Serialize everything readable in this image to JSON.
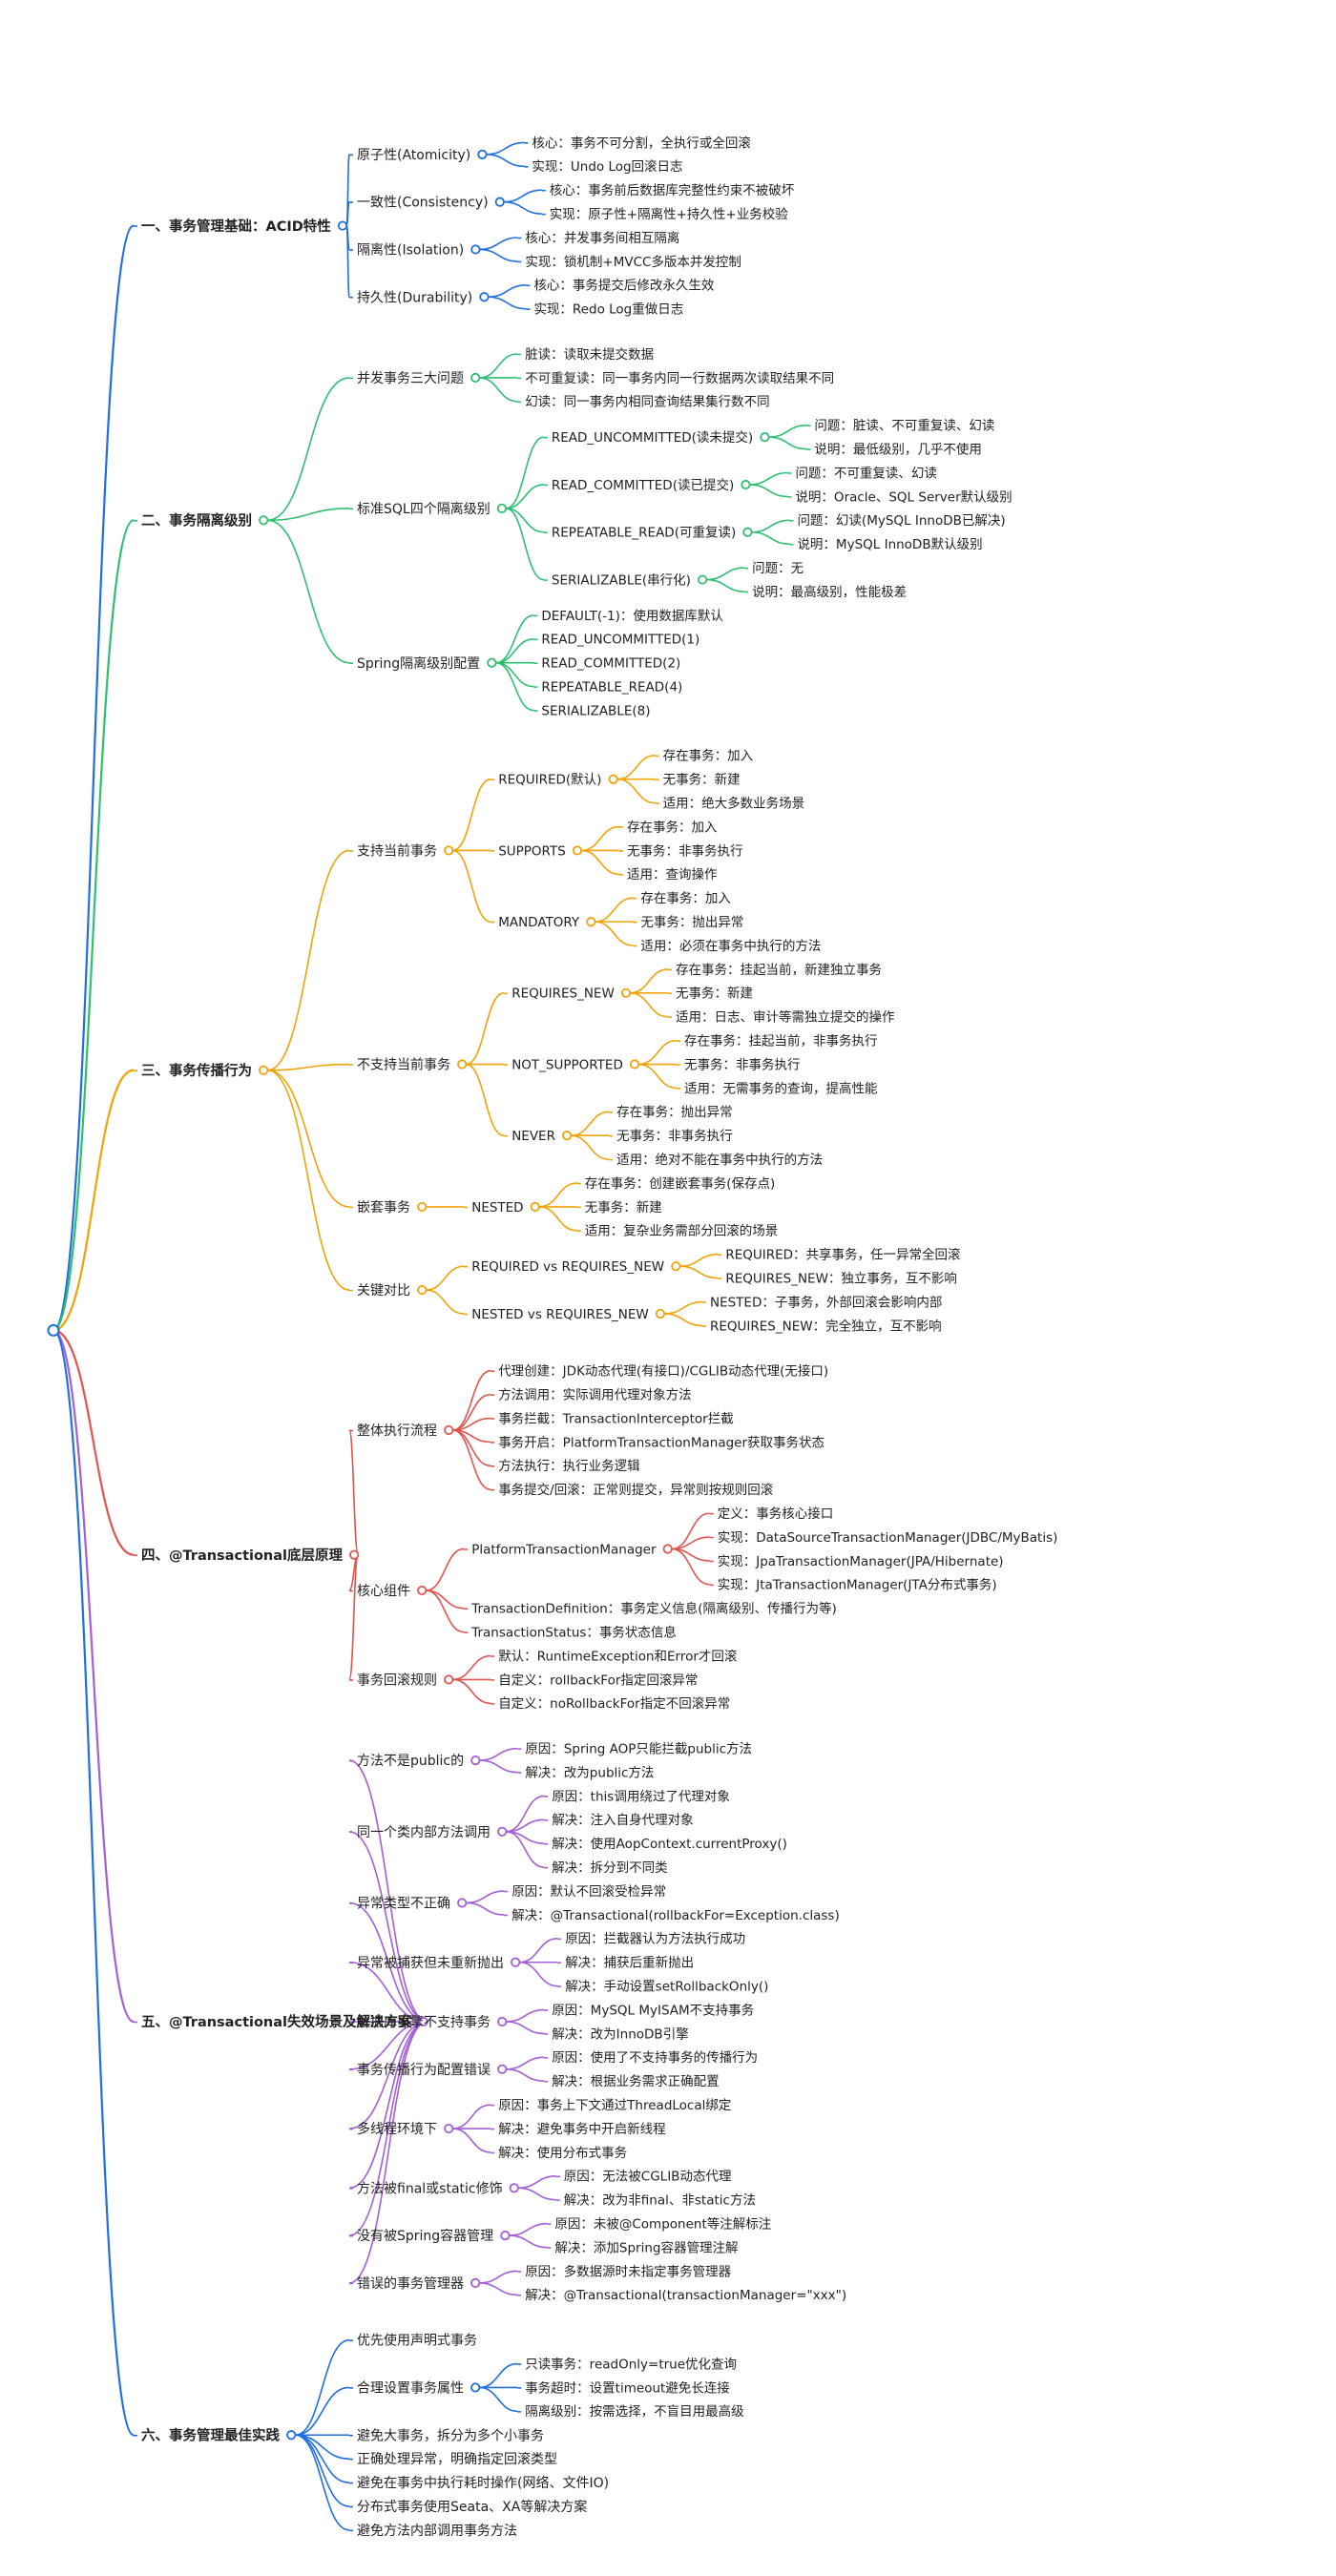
{
  "sections": [
    {
      "label": "一、事务管理基础：ACID特性",
      "color": "#1f6fe0",
      "children": [
        {
          "label": "原子性(Atomicity)",
          "children": [
            {
              "label": "核心：事务不可分割，全执行或全回滚"
            },
            {
              "label": "实现：Undo Log回滚日志"
            }
          ]
        },
        {
          "label": "一致性(Consistency)",
          "children": [
            {
              "label": "核心：事务前后数据库完整性约束不被破坏"
            },
            {
              "label": "实现：原子性+隔离性+持久性+业务校验"
            }
          ]
        },
        {
          "label": "隔离性(Isolation)",
          "children": [
            {
              "label": "核心：并发事务间相互隔离"
            },
            {
              "label": "实现：锁机制+MVCC多版本并发控制"
            }
          ]
        },
        {
          "label": "持久性(Durability)",
          "children": [
            {
              "label": "核心：事务提交后修改永久生效"
            },
            {
              "label": "实现：Redo Log重做日志"
            }
          ]
        }
      ]
    },
    {
      "label": "二、事务隔离级别",
      "color": "#2fbf71",
      "children": [
        {
          "label": "并发事务三大问题",
          "children": [
            {
              "label": "脏读：读取未提交数据"
            },
            {
              "label": "不可重复读：同一事务内同一行数据两次读取结果不同"
            },
            {
              "label": "幻读：同一事务内相同查询结果集行数不同"
            }
          ]
        },
        {
          "label": "标准SQL四个隔离级别",
          "children": [
            {
              "label": "READ_UNCOMMITTED(读未提交)",
              "children": [
                {
                  "label": "问题：脏读、不可重复读、幻读"
                },
                {
                  "label": "说明：最低级别，几乎不使用"
                }
              ]
            },
            {
              "label": "READ_COMMITTED(读已提交)",
              "children": [
                {
                  "label": "问题：不可重复读、幻读"
                },
                {
                  "label": "说明：Oracle、SQL Server默认级别"
                }
              ]
            },
            {
              "label": "REPEATABLE_READ(可重复读)",
              "children": [
                {
                  "label": "问题：幻读(MySQL InnoDB已解决)"
                },
                {
                  "label": "说明：MySQL InnoDB默认级别"
                }
              ]
            },
            {
              "label": "SERIALIZABLE(串行化)",
              "children": [
                {
                  "label": "问题：无"
                },
                {
                  "label": "说明：最高级别，性能极差"
                }
              ]
            }
          ]
        },
        {
          "label": "Spring隔离级别配置",
          "children": [
            {
              "label": "DEFAULT(-1)：使用数据库默认"
            },
            {
              "label": "READ_UNCOMMITTED(1)"
            },
            {
              "label": "READ_COMMITTED(2)"
            },
            {
              "label": "REPEATABLE_READ(4)"
            },
            {
              "label": "SERIALIZABLE(8)"
            }
          ]
        }
      ]
    },
    {
      "label": "三、事务传播行为",
      "color": "#f0a30a",
      "children": [
        {
          "label": "支持当前事务",
          "children": [
            {
              "label": "REQUIRED(默认)",
              "children": [
                {
                  "label": "存在事务：加入"
                },
                {
                  "label": "无事务：新建"
                },
                {
                  "label": "适用：绝大多数业务场景"
                }
              ]
            },
            {
              "label": "SUPPORTS",
              "children": [
                {
                  "label": "存在事务：加入"
                },
                {
                  "label": "无事务：非事务执行"
                },
                {
                  "label": "适用：查询操作"
                }
              ]
            },
            {
              "label": "MANDATORY",
              "children": [
                {
                  "label": "存在事务：加入"
                },
                {
                  "label": "无事务：抛出异常"
                },
                {
                  "label": "适用：必须在事务中执行的方法"
                }
              ]
            }
          ]
        },
        {
          "label": "不支持当前事务",
          "children": [
            {
              "label": "REQUIRES_NEW",
              "children": [
                {
                  "label": "存在事务：挂起当前，新建独立事务"
                },
                {
                  "label": "无事务：新建"
                },
                {
                  "label": "适用：日志、审计等需独立提交的操作"
                }
              ]
            },
            {
              "label": "NOT_SUPPORTED",
              "children": [
                {
                  "label": "存在事务：挂起当前，非事务执行"
                },
                {
                  "label": "无事务：非事务执行"
                },
                {
                  "label": "适用：无需事务的查询，提高性能"
                }
              ]
            },
            {
              "label": "NEVER",
              "children": [
                {
                  "label": "存在事务：抛出异常"
                },
                {
                  "label": "无事务：非事务执行"
                },
                {
                  "label": "适用：绝对不能在事务中执行的方法"
                }
              ]
            }
          ]
        },
        {
          "label": "嵌套事务",
          "children": [
            {
              "label": "NESTED",
              "children": [
                {
                  "label": "存在事务：创建嵌套事务(保存点)"
                },
                {
                  "label": "无事务：新建"
                },
                {
                  "label": "适用：复杂业务需部分回滚的场景"
                }
              ]
            }
          ]
        },
        {
          "label": "关键对比",
          "children": [
            {
              "label": "REQUIRED vs REQUIRES_NEW",
              "children": [
                {
                  "label": "REQUIRED：共享事务，任一异常全回滚"
                },
                {
                  "label": "REQUIRES_NEW：独立事务，互不影响"
                }
              ]
            },
            {
              "label": "NESTED vs REQUIRES_NEW",
              "children": [
                {
                  "label": "NESTED：子事务，外部回滚会影响内部"
                },
                {
                  "label": "REQUIRES_NEW：完全独立，互不影响"
                }
              ]
            }
          ]
        }
      ]
    },
    {
      "label": "四、@Transactional底层原理",
      "color": "#e0554f",
      "children": [
        {
          "label": "整体执行流程",
          "children": [
            {
              "label": "代理创建：JDK动态代理(有接口)/CGLIB动态代理(无接口)"
            },
            {
              "label": "方法调用：实际调用代理对象方法"
            },
            {
              "label": "事务拦截：TransactionInterceptor拦截"
            },
            {
              "label": "事务开启：PlatformTransactionManager获取事务状态"
            },
            {
              "label": "方法执行：执行业务逻辑"
            },
            {
              "label": "事务提交/回滚：正常则提交，异常则按规则回滚"
            }
          ]
        },
        {
          "label": "核心组件",
          "children": [
            {
              "label": "PlatformTransactionManager",
              "children": [
                {
                  "label": "定义：事务核心接口"
                },
                {
                  "label": "实现：DataSourceTransactionManager(JDBC/MyBatis)"
                },
                {
                  "label": "实现：JpaTransactionManager(JPA/Hibernate)"
                },
                {
                  "label": "实现：JtaTransactionManager(JTA分布式事务)"
                }
              ]
            },
            {
              "label": "TransactionDefinition：事务定义信息(隔离级别、传播行为等)"
            },
            {
              "label": "TransactionStatus：事务状态信息"
            }
          ]
        },
        {
          "label": "事务回滚规则",
          "children": [
            {
              "label": "默认：RuntimeException和Error才回滚"
            },
            {
              "label": "自定义：rollbackFor指定回滚异常"
            },
            {
              "label": "自定义：noRollbackFor指定不回滚异常"
            }
          ]
        }
      ]
    },
    {
      "label": "五、@Transactional失效场景及解决方案",
      "color": "#a35fd6",
      "children": [
        {
          "label": "方法不是public的",
          "children": [
            {
              "label": "原因：Spring AOP只能拦截public方法"
            },
            {
              "label": "解决：改为public方法"
            }
          ]
        },
        {
          "label": "同一个类内部方法调用",
          "children": [
            {
              "label": "原因：this调用绕过了代理对象"
            },
            {
              "label": "解决：注入自身代理对象"
            },
            {
              "label": "解决：使用AopContext.currentProxy()"
            },
            {
              "label": "解决：拆分到不同类"
            }
          ]
        },
        {
          "label": "异常类型不正确",
          "children": [
            {
              "label": "原因：默认不回滚受检异常"
            },
            {
              "label": "解决：@Transactional(rollbackFor=Exception.class)"
            }
          ]
        },
        {
          "label": "异常被捕获但未重新抛出",
          "children": [
            {
              "label": "原因：拦截器认为方法执行成功"
            },
            {
              "label": "解决：捕获后重新抛出"
            },
            {
              "label": "解决：手动设置setRollbackOnly()"
            }
          ]
        },
        {
          "label": "数据库引擎不支持事务",
          "children": [
            {
              "label": "原因：MySQL MyISAM不支持事务"
            },
            {
              "label": "解决：改为InnoDB引擎"
            }
          ]
        },
        {
          "label": "事务传播行为配置错误",
          "children": [
            {
              "label": "原因：使用了不支持事务的传播行为"
            },
            {
              "label": "解决：根据业务需求正确配置"
            }
          ]
        },
        {
          "label": "多线程环境下",
          "children": [
            {
              "label": "原因：事务上下文通过ThreadLocal绑定"
            },
            {
              "label": "解决：避免事务中开启新线程"
            },
            {
              "label": "解决：使用分布式事务"
            }
          ]
        },
        {
          "label": "方法被final或static修饰",
          "children": [
            {
              "label": "原因：无法被CGLIB动态代理"
            },
            {
              "label": "解决：改为非final、非static方法"
            }
          ]
        },
        {
          "label": "没有被Spring容器管理",
          "children": [
            {
              "label": "原因：未被@Component等注解标注"
            },
            {
              "label": "解决：添加Spring容器管理注解"
            }
          ]
        },
        {
          "label": "错误的事务管理器",
          "children": [
            {
              "label": "原因：多数据源时未指定事务管理器"
            },
            {
              "label": "解决：@Transactional(transactionManager=\"xxx\")"
            }
          ]
        }
      ]
    },
    {
      "label": "六、事务管理最佳实践",
      "color": "#1f6fe0",
      "children": [
        {
          "label": "优先使用声明式事务"
        },
        {
          "label": "合理设置事务属性",
          "children": [
            {
              "label": "只读事务：readOnly=true优化查询"
            },
            {
              "label": "事务超时：设置timeout避免长连接"
            },
            {
              "label": "隔离级别：按需选择，不盲目用最高级"
            }
          ]
        },
        {
          "label": "避免大事务，拆分为多个小事务"
        },
        {
          "label": "正确处理异常，明确指定回滚类型"
        },
        {
          "label": "避免在事务中执行耗时操作(网络、文件IO)"
        },
        {
          "label": "分布式事务使用Seata、XA等解决方案"
        },
        {
          "label": "避免方法内部调用事务方法"
        }
      ]
    }
  ]
}
